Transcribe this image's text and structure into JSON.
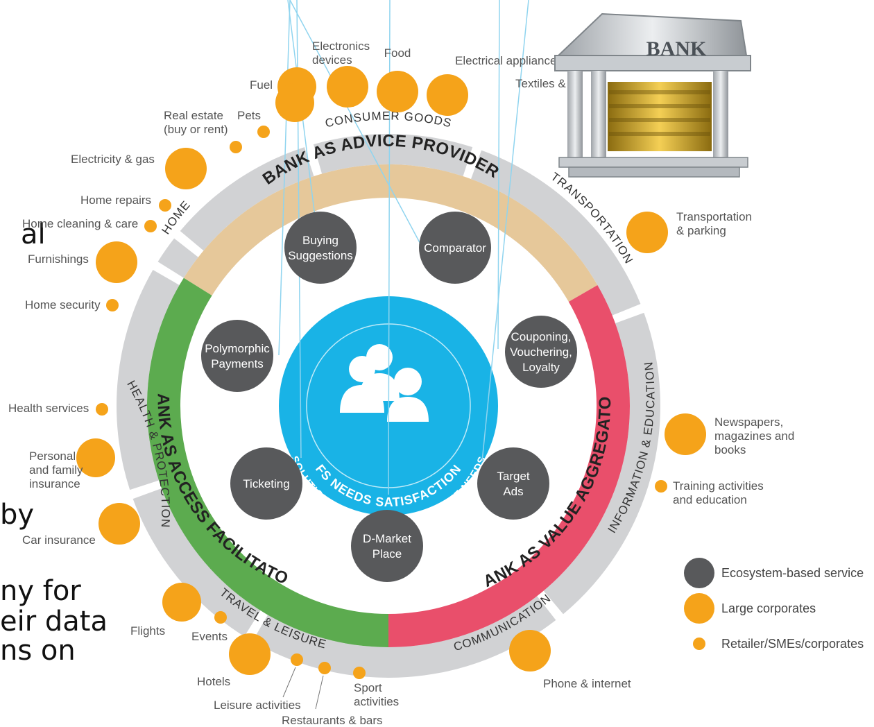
{
  "left_fragments": [
    "al",
    "by",
    "ny for",
    "eir data",
    "ns on"
  ],
  "bank_logo": {
    "text": "BANK"
  },
  "roles": {
    "advice": "BANK AS ADVICE PROVIDER",
    "aggregator": "BANK AS VALUE AGGREGATOR",
    "facilitator": "BANK AS ACCESS FACILITATOR"
  },
  "hub": {
    "line1": "FS NEEDS SATISFACTION",
    "line2": "SOLUTION ORCHESTRATION OF LIFE NEEDS"
  },
  "sectors": {
    "consumer_goods": "CONSUMER GOODS",
    "transportation": "TRANSPORTATION",
    "information": "INFORMATION & EDUCATION",
    "communication": "COMMUNICATION",
    "travel": "TRAVEL & LEISURE",
    "health": "HEALTH & PROTECTION",
    "home": "HOME"
  },
  "services": [
    {
      "lines": [
        "Buying",
        "Suggestions"
      ]
    },
    {
      "lines": [
        "Comparator"
      ]
    },
    {
      "lines": [
        "Couponing,",
        "Vouchering,",
        "Loyalty"
      ]
    },
    {
      "lines": [
        "Target",
        "Ads"
      ]
    },
    {
      "lines": [
        "D-Market",
        "Place"
      ]
    },
    {
      "lines": [
        "Ticketing"
      ]
    },
    {
      "lines": [
        "Polymorphic",
        "Payments"
      ]
    }
  ],
  "items": {
    "electronics": [
      "Electronics",
      "devices"
    ],
    "food": [
      "Food"
    ],
    "appliances": [
      "Electrical appliances"
    ],
    "textiles": [
      "Textiles &"
    ],
    "fuel": [
      "Fuel"
    ],
    "pets": [
      "Pets"
    ],
    "real_estate": [
      "Real estate",
      "(buy or rent)"
    ],
    "electricity": [
      "Electricity & gas"
    ],
    "home_repairs": [
      "Home repairs"
    ],
    "home_cleaning": [
      "Home cleaning & care"
    ],
    "furnishings": [
      "Furnishings"
    ],
    "home_security": [
      "Home security"
    ],
    "health_services": [
      "Health services"
    ],
    "personal_insurance": [
      "Personal",
      "and family",
      "insurance"
    ],
    "car_insurance": [
      "Car insurance"
    ],
    "flights": [
      "Flights"
    ],
    "events": [
      "Events"
    ],
    "hotels": [
      "Hotels"
    ],
    "leisure": [
      "Leisure activities"
    ],
    "restaurants": [
      "Restaurants & bars"
    ],
    "sport": [
      "Sport",
      "activities"
    ],
    "phone": [
      "Phone & internet"
    ],
    "training": [
      "Training activities",
      "and education"
    ],
    "newspapers": [
      "Newspapers,",
      "magazines and",
      "books"
    ],
    "transport_parking": [
      "Transportation",
      "& parking"
    ]
  },
  "legend": [
    {
      "label": "Ecosystem-based service",
      "color": "#58595b",
      "size": "medium"
    },
    {
      "label": "Large corporates",
      "color": "#f5a31a",
      "size": "medium"
    },
    {
      "label": "Retailer/SMEs/corporates",
      "color": "#f5a31a",
      "size": "small"
    }
  ],
  "colors": {
    "advice": "#e6c89a",
    "aggregator": "#e94f6b",
    "facilitator": "#5cab4f",
    "sector_ring": "#d1d2d4",
    "hub": "#19b3e6",
    "service": "#58595b",
    "corporate": "#f5a31a"
  }
}
